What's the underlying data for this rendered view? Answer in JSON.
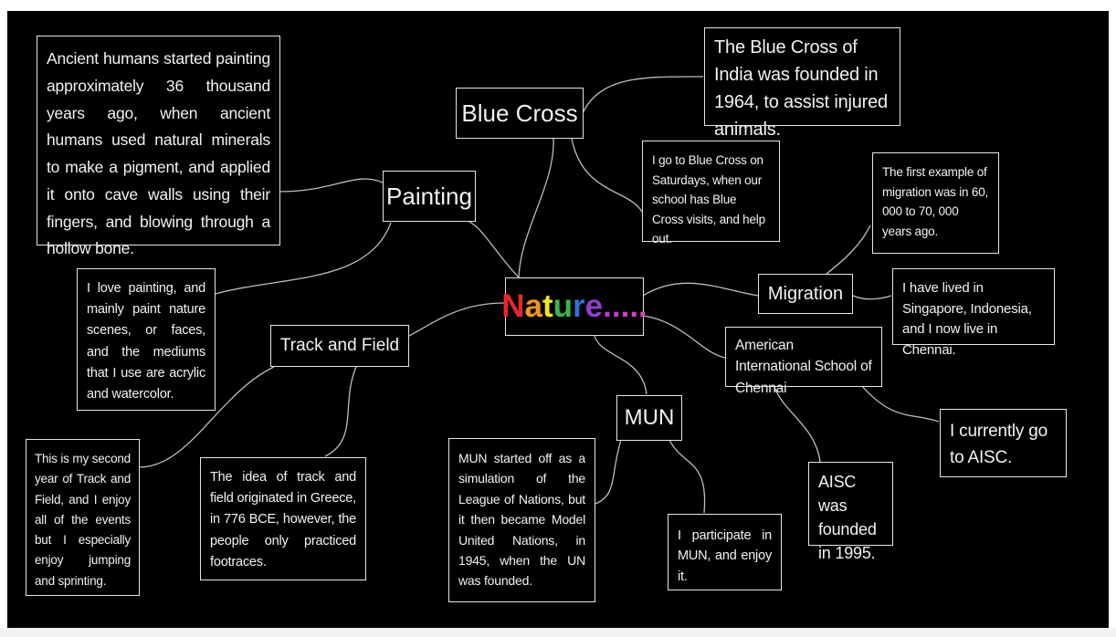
{
  "central": {
    "letters": [
      {
        "ch": "N",
        "color": "#e8262b"
      },
      {
        "ch": "a",
        "color": "#f7931e"
      },
      {
        "ch": "t",
        "color": "#f5e419"
      },
      {
        "ch": "u",
        "color": "#3cb54a"
      },
      {
        "ch": "r",
        "color": "#2e6fd8"
      },
      {
        "ch": "e",
        "color": "#8e3fd1"
      },
      {
        "ch": ".",
        "color": "#b936d6"
      },
      {
        "ch": ".",
        "color": "#c73bd4"
      },
      {
        "ch": ".",
        "color": "#d23dc9"
      },
      {
        "ch": ".",
        "color": "#d83fbf"
      },
      {
        "ch": ".",
        "color": "#dd44b5"
      }
    ]
  },
  "topics": {
    "blue_cross": "Blue Cross",
    "painting": "Painting",
    "track_and_field": "Track and Field",
    "migration": "Migration",
    "aisc": "American International School of Chennai",
    "mun": "MUN"
  },
  "notes": {
    "blue_cross_fact": "The Blue Cross of India was founded in 1964, to assist injured animals.",
    "blue_cross_personal": "I go to Blue Cross on Saturdays, when our school has Blue Cross visits, and help out.",
    "painting_fact": "Ancient humans started painting approximately 36 thousand years ago, when ancient humans used natural minerals to make a pigment, and applied it onto cave walls using their fingers, and blowing through a hollow bone.",
    "painting_personal": "I love painting, and mainly paint nature scenes, or faces, and the mediums that I use are acrylic and watercolor.",
    "track_personal": "This is my second year of Track and Field, and I enjoy all of the events but I especially enjoy jumping and sprinting.",
    "track_fact": "The idea of track and field originated in Greece, in 776 BCE, however, the people only practiced footraces.",
    "migration_fact": "The first example of migration was in 60, 000 to 70, 000 years ago.",
    "migration_personal": "I have lived in Singapore, Indonesia, and I now live in Chennai.",
    "aisc_personal": "I currently go to AISC.",
    "aisc_fact": "AISC was founded in 1995.",
    "mun_fact": "MUN started off as a simulation of the League of Nations, but it then became Model United Nations, in 1945, when the UN was founded.",
    "mun_personal": "I participate in MUN, and enjoy it."
  },
  "colors": {
    "background": "#000000",
    "border": "#e6e6e6",
    "text": "#f2f2f2",
    "connector": "#bdbdbd"
  }
}
